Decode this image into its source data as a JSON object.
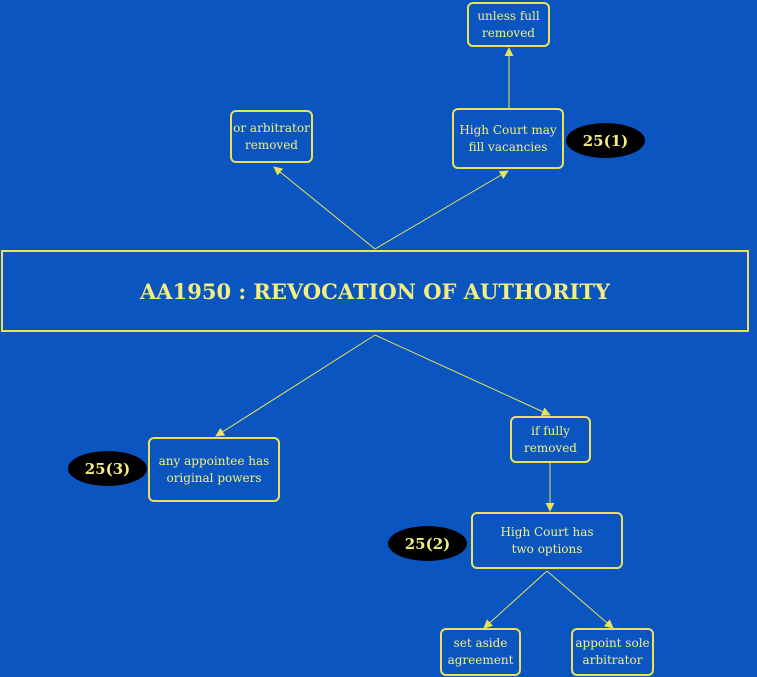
{
  "title": "AA1950 : REVOCATION OF AUTHORITY",
  "nodes": {
    "unless_full_removed": "unless full\nremoved",
    "or_arbitrator_removed": "or arbitrator\nremoved",
    "high_court_fill_vacancies": "High Court may\nfill vacancies",
    "any_appointee": "any appointee has\noriginal powers",
    "if_fully_removed": "if fully\nremoved",
    "high_court_two_options": "High Court has\ntwo options",
    "set_aside_agreement": "set aside\nagreement",
    "appoint_sole_arbitrator": "appoint sole\narbitrator"
  },
  "badges": {
    "s25_1": "25(1)",
    "s25_2": "25(2)",
    "s25_3": "25(3)"
  },
  "colors": {
    "background": "#0b55c0",
    "line": "#e8e35a",
    "text": "#f2ee80",
    "badge": "#000000"
  }
}
